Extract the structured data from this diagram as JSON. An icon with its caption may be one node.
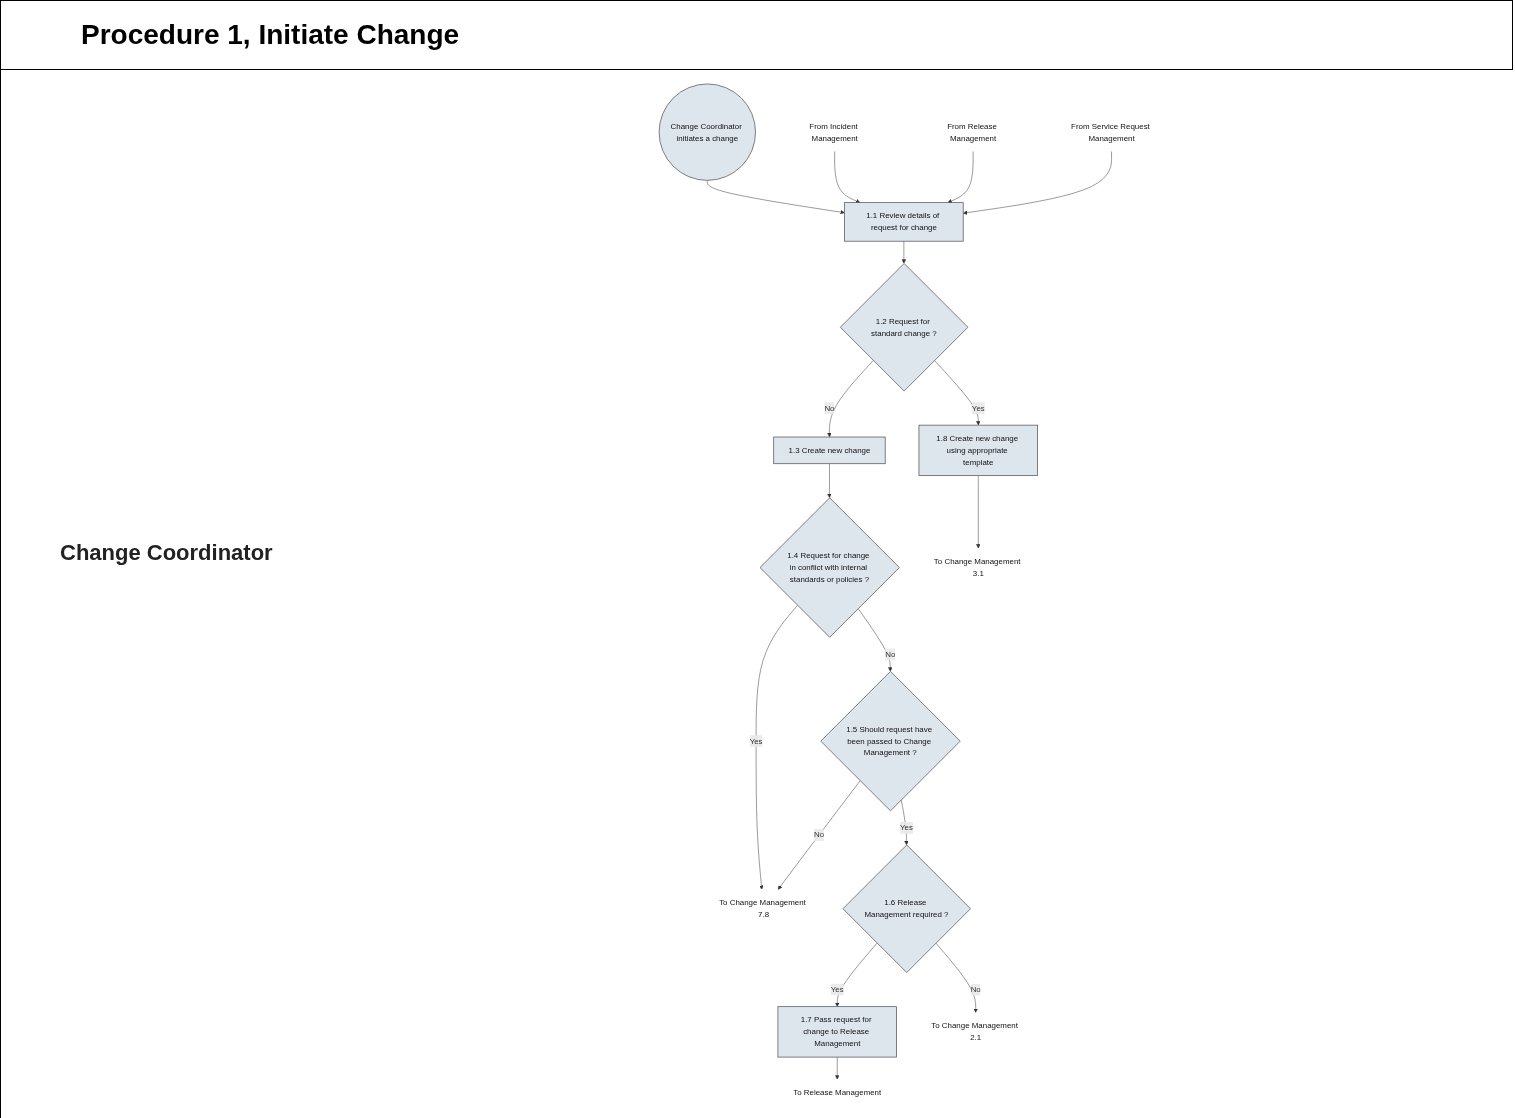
{
  "diagram": {
    "title": "Procedure 1, Initiate Change",
    "nodes": [
      {
        "text": [
          "Change Coordinator initiates a change"
        ]
      },
      {
        "text": [
          "From Incident Management"
        ]
      },
      {
        "text": [
          "From Release Management"
        ]
      },
      {
        "text": [
          "From Service Request Management"
        ]
      },
      {
        "text": [
          "1.1 Review details of request for change"
        ]
      },
      {
        "text": [
          "1.2 Request for standard change ?"
        ]
      },
      {
        "text": [
          "1.3 Create new change"
        ]
      },
      {
        "text": [
          "1.4 Request for change in conflict with internal standards or policies ?"
        ]
      },
      {
        "text": [
          "1.8 Create new change using appropriate template"
        ]
      },
      {
        "text": [
          "To Change Management 3.1"
        ]
      },
      {
        "text": [
          "1.5 Should request have been passed to Change Management ?"
        ]
      },
      {
        "text": [
          "To Change Management 7.8"
        ]
      },
      {
        "text": [
          "1.6 Release Management required ?"
        ]
      },
      {
        "text": [
          "1.7 Pass request for change to Release Management"
        ]
      },
      {
        "text": [
          "To Change Management 2.1"
        ]
      },
      {
        "text": [
          "To Release Management"
        ]
      }
    ],
    "edges": [
      {
        "from": 0,
        "to": 4,
        "arrow": "to"
      },
      {
        "from": 1,
        "to": 4,
        "arrow": "to"
      },
      {
        "from": 2,
        "to": 4,
        "arrow": "to"
      },
      {
        "from": 3,
        "to": 4,
        "arrow": "to"
      },
      {
        "from": 4,
        "to": 5,
        "arrow": "to"
      },
      {
        "from": 5,
        "to": 6,
        "arrow": "to",
        "label": "No"
      },
      {
        "from": 5,
        "to": 8,
        "arrow": "to",
        "label": "Yes"
      },
      {
        "from": 8,
        "to": 9,
        "arrow": "to"
      },
      {
        "from": 6,
        "to": 7,
        "arrow": "to"
      },
      {
        "from": 7,
        "to": 10,
        "arrow": "to",
        "label": "No"
      },
      {
        "from": 7,
        "to": 11,
        "arrow": "to",
        "label": "Yes"
      },
      {
        "from": 10,
        "to": 11,
        "arrow": "to",
        "label": "No"
      },
      {
        "from": 10,
        "to": 12,
        "arrow": "to",
        "label": "Yes"
      },
      {
        "from": 12,
        "to": 14,
        "arrow": "to",
        "label": "No"
      },
      {
        "from": 12,
        "to": 13,
        "arrow": "to",
        "label": "Yes"
      },
      {
        "from": 13,
        "to": 15,
        "arrow": "to"
      }
    ],
    "labels": [
      "Change Coordinator"
    ]
  }
}
